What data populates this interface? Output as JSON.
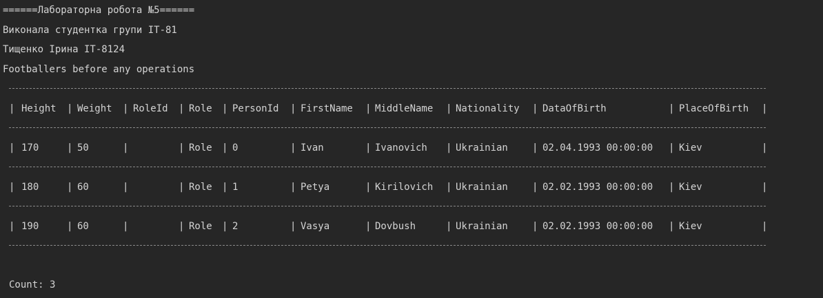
{
  "console": {
    "title_line": "======Лабораторна робота №5======",
    "author_line": "Виконала студентка групи ІТ-81",
    "name_line": "Тищенко Ірина ІТ-8124",
    "caption_line": "Footballers before any operations",
    "count_line": "Count: 3"
  },
  "table": {
    "headers": [
      "Height",
      "Weight",
      "RoleId",
      "Role",
      "PersonId",
      "FirstName",
      "MiddleName",
      "Nationality",
      "DataOfBirth",
      "PlaceOfBirth"
    ],
    "rows": [
      [
        "170",
        "50",
        "",
        "Role",
        "0",
        "Ivan",
        "Ivanovich",
        "Ukrainian",
        "02.04.1993 00:00:00",
        "Kiev"
      ],
      [
        "180",
        "60",
        "",
        "Role",
        "1",
        "Petya",
        "Kirilovich",
        "Ukrainian",
        "02.02.1993 00:00:00",
        "Kiev"
      ],
      [
        "190",
        "60",
        "",
        "Role",
        "2",
        "Vasya",
        "Dovbush",
        "Ukrainian",
        "02.02.1993 00:00:00",
        "Kiev"
      ]
    ]
  }
}
